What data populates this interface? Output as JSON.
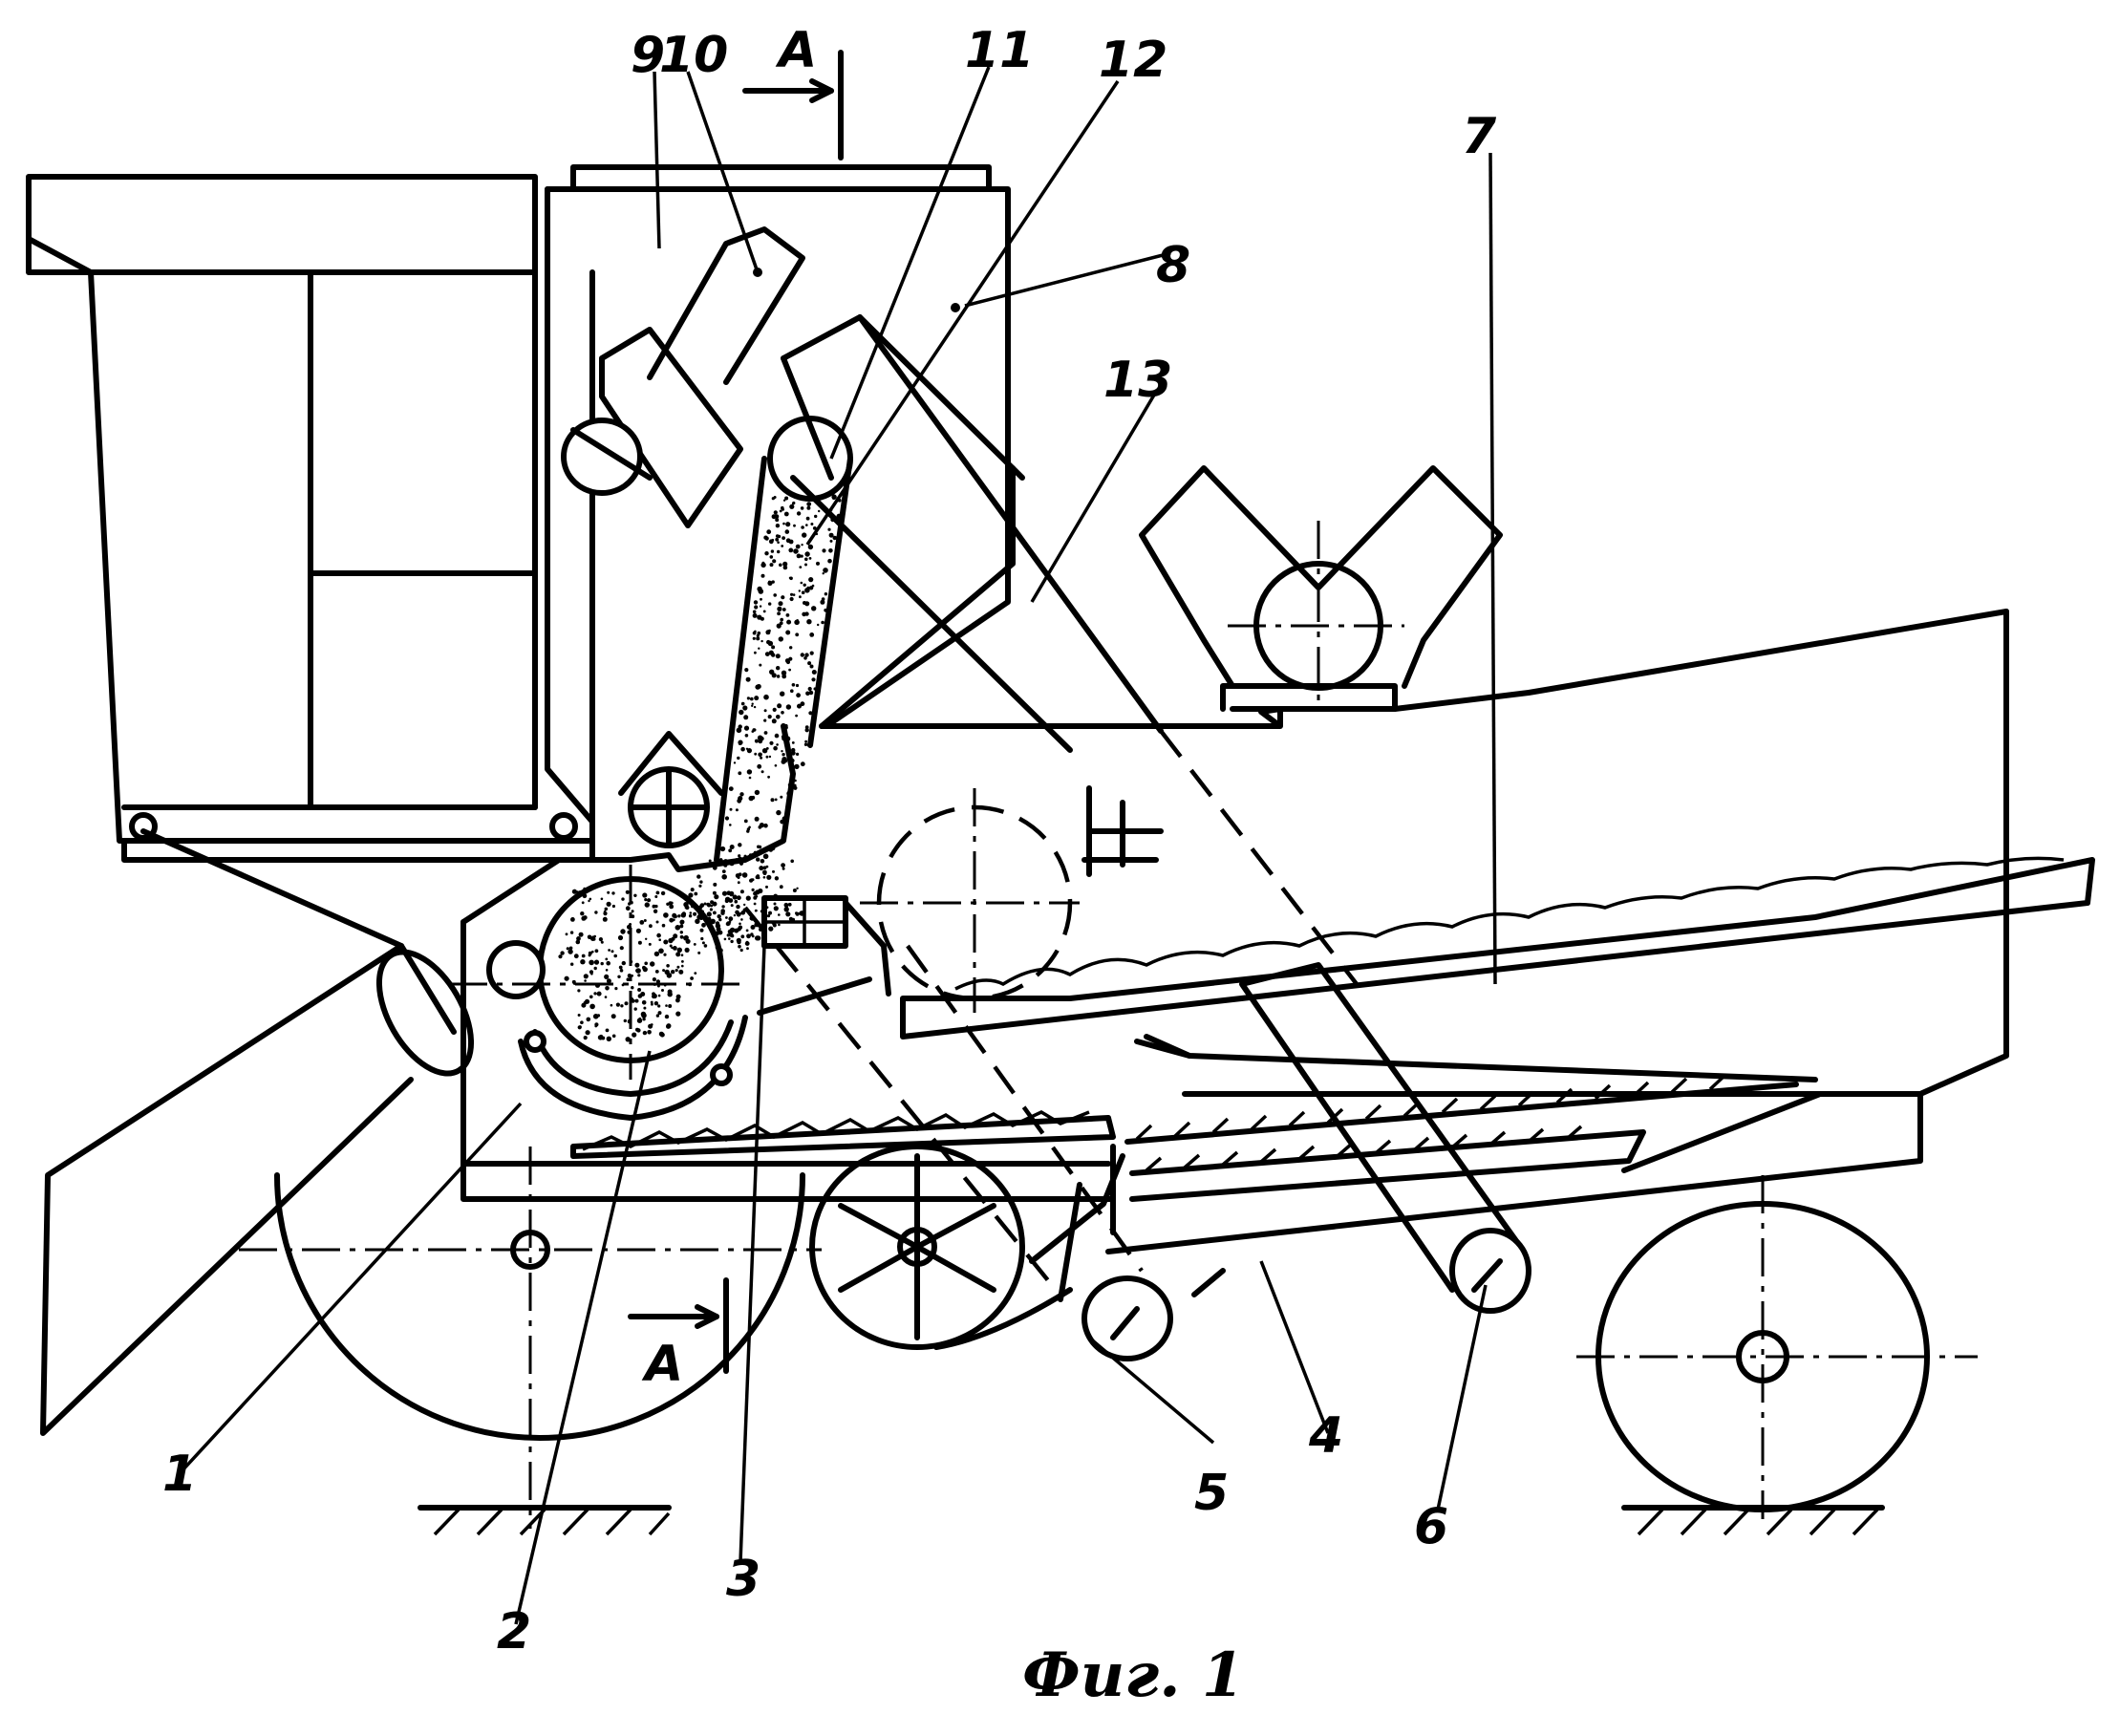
{
  "figure": {
    "caption": "Фиг. 1",
    "section_marks": [
      "А",
      "А"
    ],
    "labels": [
      {
        "id": "label-1",
        "text": "1"
      },
      {
        "id": "label-2",
        "text": "2"
      },
      {
        "id": "label-3",
        "text": "3"
      },
      {
        "id": "label-4",
        "text": "4"
      },
      {
        "id": "label-5",
        "text": "5"
      },
      {
        "id": "label-6",
        "text": "6"
      },
      {
        "id": "label-7",
        "text": "7"
      },
      {
        "id": "label-8",
        "text": "8"
      },
      {
        "id": "label-9",
        "text": "9"
      },
      {
        "id": "label-10",
        "text": "10"
      },
      {
        "id": "label-11",
        "text": "11"
      },
      {
        "id": "label-12",
        "text": "12"
      },
      {
        "id": "label-13",
        "text": "13"
      }
    ]
  }
}
